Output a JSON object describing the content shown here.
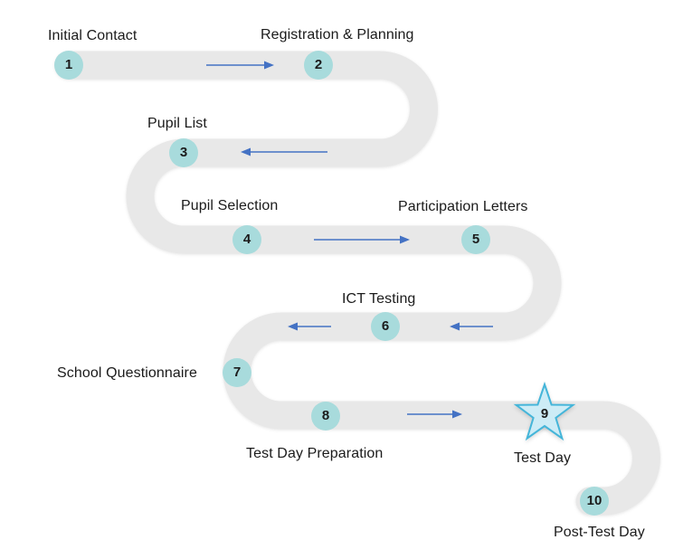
{
  "diagram": {
    "type": "process-roadmap",
    "steps": [
      {
        "number": "1",
        "label": "Initial Contact",
        "marker": "circle"
      },
      {
        "number": "2",
        "label": "Registration & Planning",
        "marker": "circle"
      },
      {
        "number": "3",
        "label": "Pupil List",
        "marker": "circle"
      },
      {
        "number": "4",
        "label": "Pupil Selection",
        "marker": "circle"
      },
      {
        "number": "5",
        "label": "Participation Letters",
        "marker": "circle"
      },
      {
        "number": "6",
        "label": "ICT Testing",
        "marker": "circle"
      },
      {
        "number": "7",
        "label": "School Questionnaire",
        "marker": "circle"
      },
      {
        "number": "8",
        "label": "Test Day Preparation",
        "marker": "circle"
      },
      {
        "number": "9",
        "label": "Test Day",
        "marker": "star"
      },
      {
        "number": "10",
        "label": "Post-Test Day",
        "marker": "circle"
      }
    ],
    "arrows": [
      {
        "from_step": 1,
        "to_step": 2,
        "direction": "right"
      },
      {
        "from_step": 2,
        "to_step": 3,
        "direction": "left"
      },
      {
        "from_step": 4,
        "to_step": 5,
        "direction": "right"
      },
      {
        "from_step": 5,
        "to_step": 6,
        "direction": "left"
      },
      {
        "from_step": 6,
        "to_step": 7,
        "direction": "left"
      },
      {
        "from_step": 8,
        "to_step": 9,
        "direction": "right"
      }
    ],
    "colors": {
      "path": "#e8e8e8",
      "step_circle": "#a8dbdc",
      "arrow": "#4472c4",
      "star_fill": "#cdecf6",
      "star_border": "#44b5d9",
      "text": "#1b1b1b"
    }
  }
}
